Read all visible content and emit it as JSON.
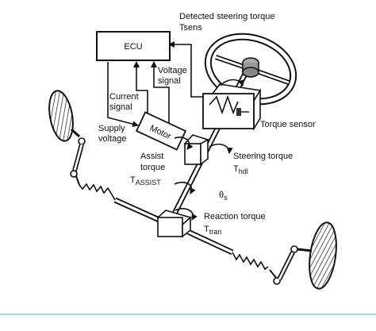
{
  "labels": {
    "ecu": "ECU",
    "detected_line1": "Detected steering torque",
    "detected_line2": "Tsens",
    "voltage_signal_line1": "Voltage",
    "voltage_signal_line2": "signal",
    "current_signal_line1": "Current",
    "current_signal_line2": "signal",
    "supply_voltage_line1": "Supply",
    "supply_voltage_line2": "voltage",
    "motor": "Motor",
    "torque_sensor": "Torque sensor",
    "steering_torque_line1": "Steering torque",
    "steering_torque_symbol": "T",
    "steering_torque_sub": "hdl",
    "assist_line1": "Assist",
    "assist_line2": "torque",
    "assist_symbol": "T",
    "assist_sub": "ASSIST",
    "theta_symbol": "θ",
    "theta_sub": "s",
    "reaction_line1": "Reaction torque",
    "reaction_symbol": "T",
    "reaction_sub": "tran"
  },
  "colors": {
    "line": "#111111",
    "divider": "#7fd3e8"
  }
}
